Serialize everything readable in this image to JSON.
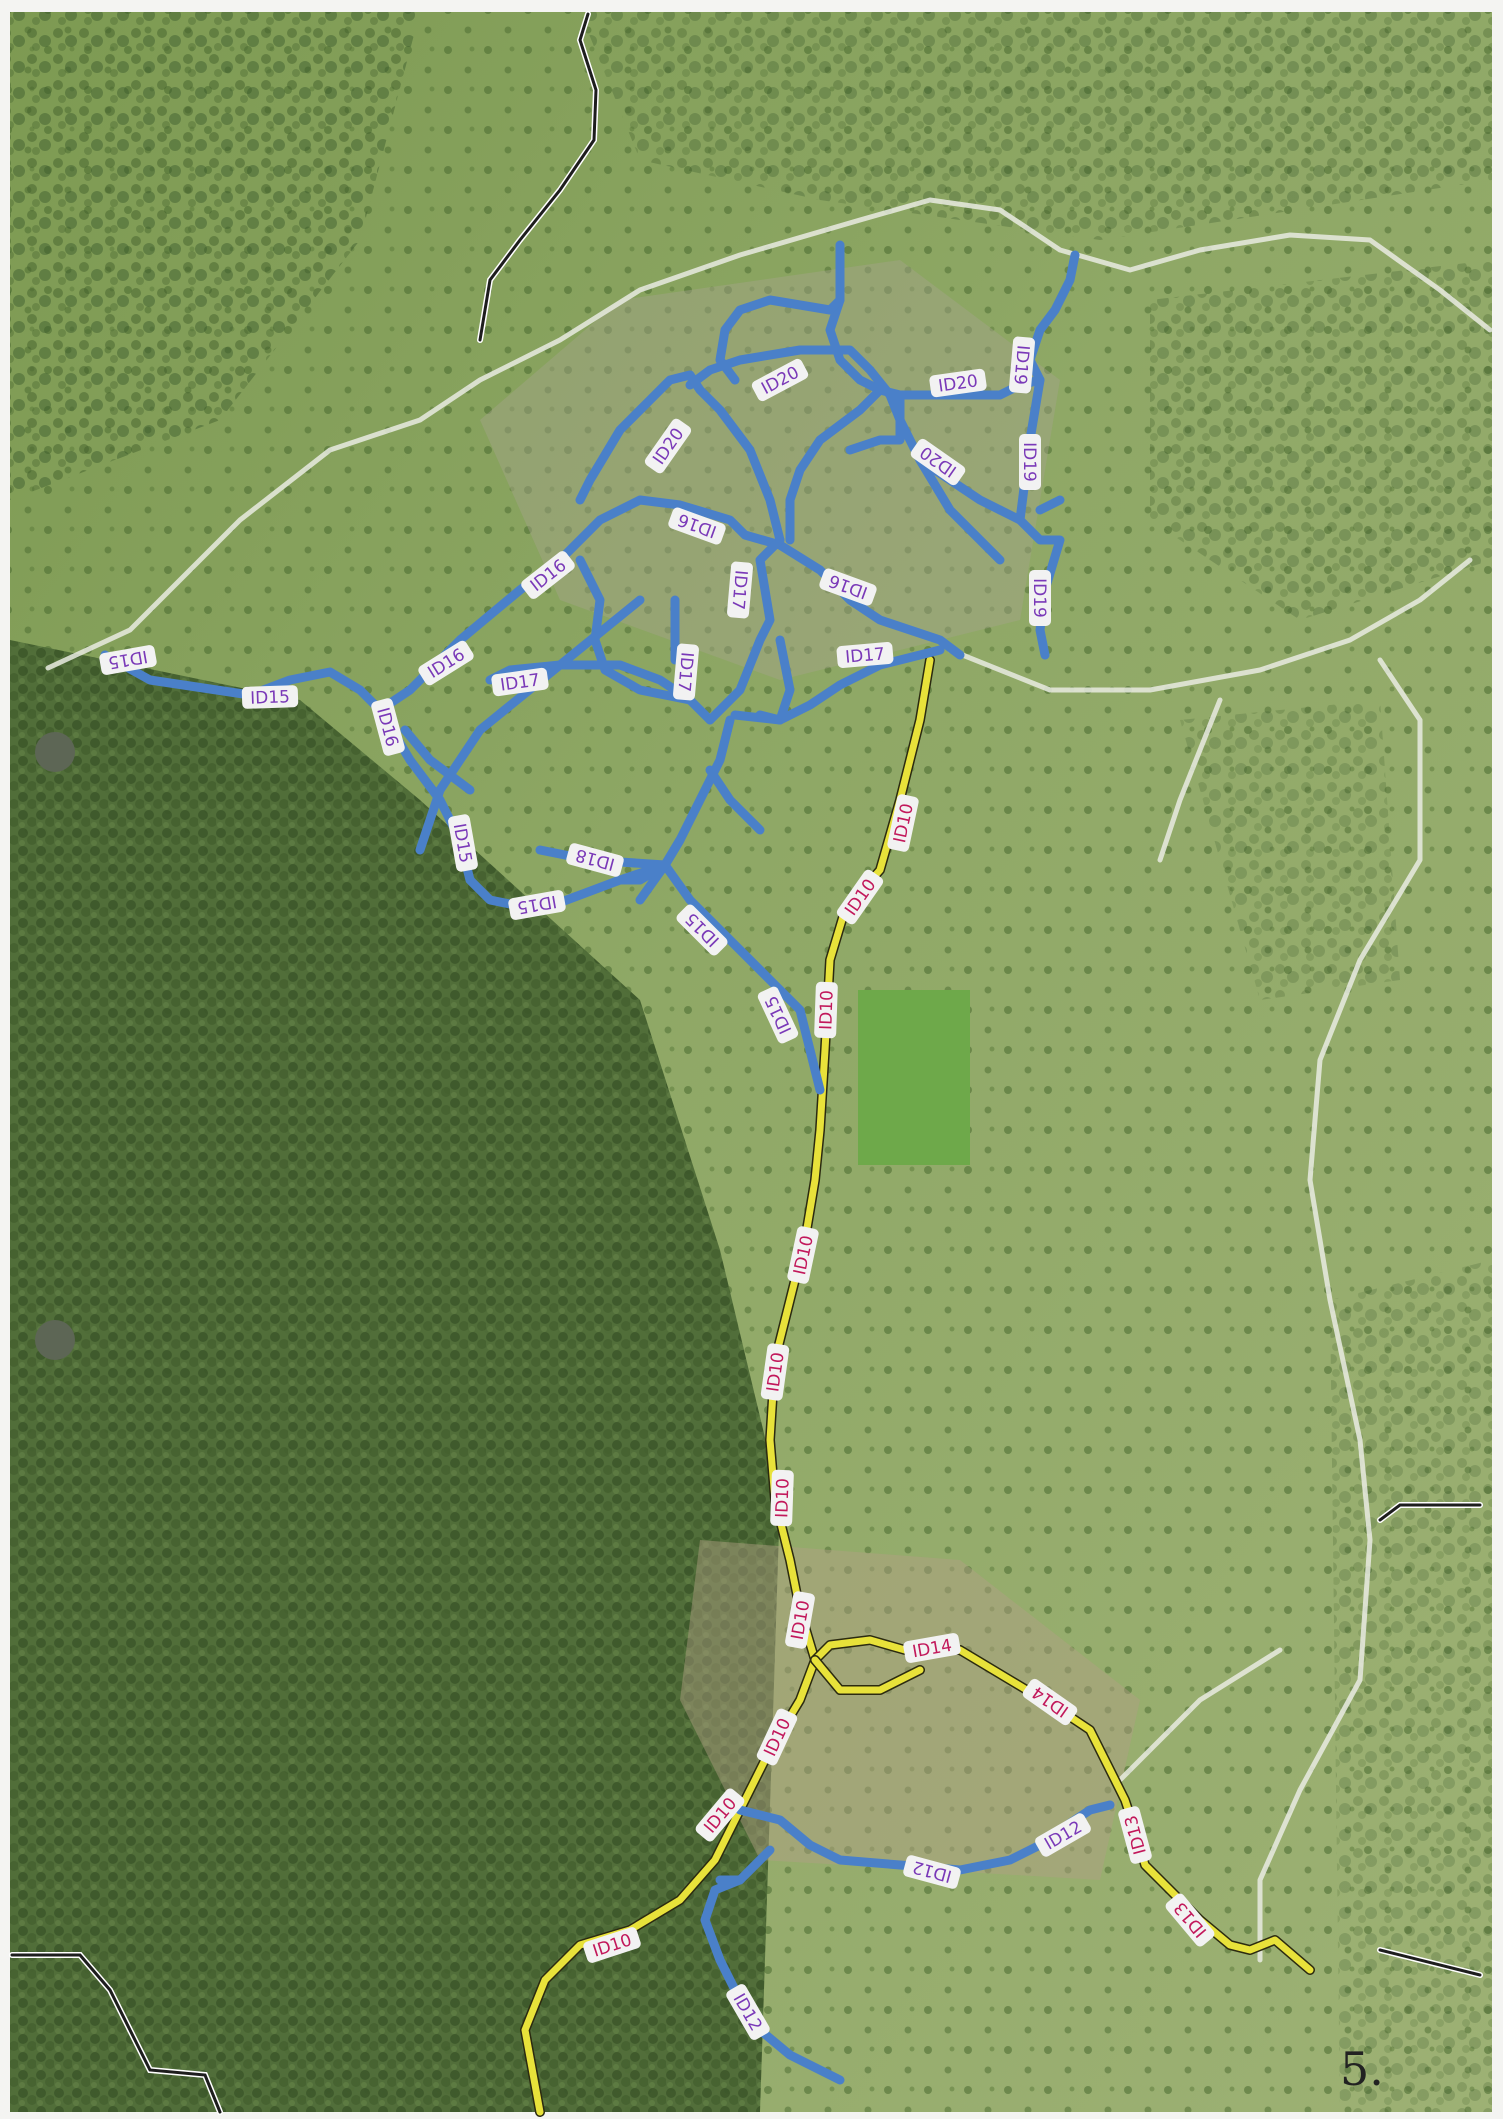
{
  "labels": {
    "id10": "ID10",
    "id12": "ID12",
    "id13": "ID13",
    "id14": "ID14",
    "id15": "ID15",
    "id16": "ID16",
    "id17": "ID17",
    "id18": "ID18",
    "id19": "ID19",
    "id20": "ID20"
  },
  "page_number": "5.",
  "colors": {
    "blue_road": "#4a80c9",
    "yellow_road": "#e8e23a",
    "label_blue_text": "#7a39b8",
    "label_yellow_text": "#c2185b",
    "label_bg": "#f2f2f2"
  }
}
